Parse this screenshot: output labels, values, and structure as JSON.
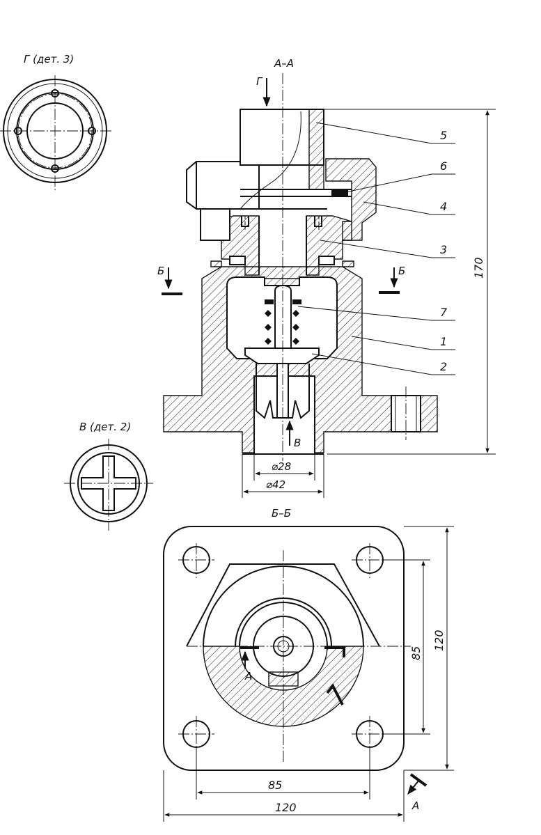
{
  "views": {
    "section_aa": "А–А",
    "view_g": "Г (дет. 3)",
    "view_v": "В (дет. 2)",
    "section_bb": "Б–Б"
  },
  "markers": {
    "g": "Г",
    "b_left": "Б",
    "b_right": "Б",
    "v": "В",
    "a_inner": "А",
    "a_outer": "А"
  },
  "parts": [
    "5",
    "6",
    "4",
    "3",
    "7",
    "1",
    "2"
  ],
  "dimensions": {
    "height": "170",
    "bore_inner": "⌀28",
    "bore_outer": "⌀42",
    "hole_spacing_v": "85",
    "flange_v": "120",
    "hole_spacing_h": "85",
    "flange_h": "120"
  }
}
